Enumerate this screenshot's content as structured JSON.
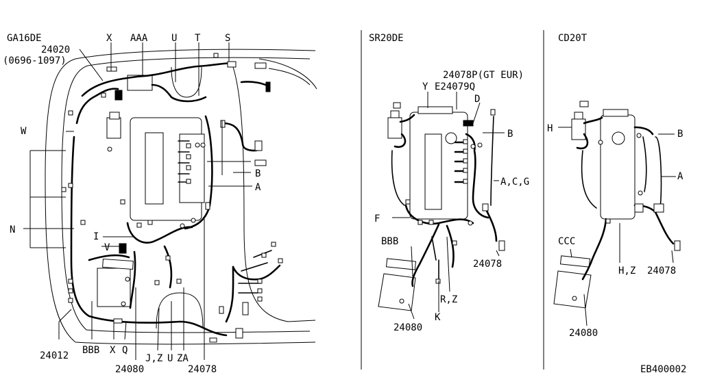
{
  "colors": {
    "ink": "#000000",
    "paper": "#ffffff"
  },
  "panels": [
    {
      "engine": "GA16DE",
      "labels": [
        {
          "id": "x",
          "text": "X"
        },
        {
          "id": "aaa",
          "text": "AAA"
        },
        {
          "id": "u",
          "text": "U"
        },
        {
          "id": "t",
          "text": "T"
        },
        {
          "id": "s",
          "text": "S"
        },
        {
          "id": "p24020",
          "text": "24020"
        },
        {
          "id": "range",
          "text": "(0696-1097)"
        },
        {
          "id": "w",
          "text": "W"
        },
        {
          "id": "n",
          "text": "N"
        },
        {
          "id": "i",
          "text": "I"
        },
        {
          "id": "v",
          "text": "V"
        },
        {
          "id": "b",
          "text": "B"
        },
        {
          "id": "a",
          "text": "A"
        },
        {
          "id": "p24012",
          "text": "24012"
        },
        {
          "id": "bbb",
          "text": "BBB"
        },
        {
          "id": "x2",
          "text": "X"
        },
        {
          "id": "q",
          "text": "Q"
        },
        {
          "id": "p24080",
          "text": "24080"
        },
        {
          "id": "jz",
          "text": "J,Z"
        },
        {
          "id": "u2",
          "text": "U"
        },
        {
          "id": "za",
          "text": "ZA"
        },
        {
          "id": "p24078",
          "text": "24078"
        }
      ]
    },
    {
      "engine": "SR20DE",
      "labels": [
        {
          "id": "p24078p",
          "text": "24078P(GT EUR)"
        },
        {
          "id": "y",
          "text": "Y"
        },
        {
          "id": "e24079q",
          "text": "E24079Q"
        },
        {
          "id": "d",
          "text": "D"
        },
        {
          "id": "b",
          "text": "B"
        },
        {
          "id": "acg",
          "text": "A,C,G"
        },
        {
          "id": "f",
          "text": "F"
        },
        {
          "id": "bbb",
          "text": "BBB"
        },
        {
          "id": "p24078",
          "text": "24078"
        },
        {
          "id": "rz",
          "text": "R,Z"
        },
        {
          "id": "k",
          "text": "K"
        },
        {
          "id": "p24080",
          "text": "24080"
        }
      ]
    },
    {
      "engine": "CD20T",
      "labels": [
        {
          "id": "h",
          "text": "H"
        },
        {
          "id": "b",
          "text": "B"
        },
        {
          "id": "a",
          "text": "A"
        },
        {
          "id": "ccc",
          "text": "CCC"
        },
        {
          "id": "hz",
          "text": "H,Z"
        },
        {
          "id": "p24078",
          "text": "24078"
        },
        {
          "id": "p24080",
          "text": "24080"
        }
      ]
    }
  ],
  "figure_code": "EB400002"
}
